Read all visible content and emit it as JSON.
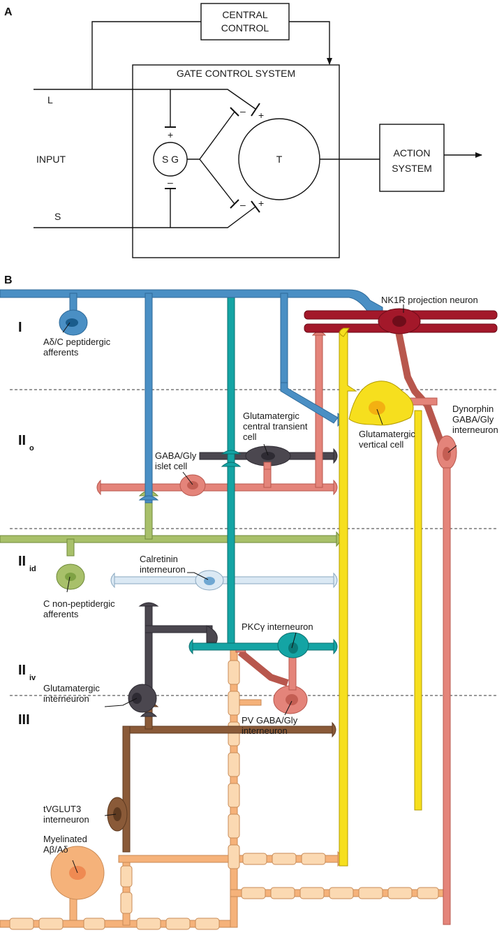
{
  "panel_a": {
    "label": "A",
    "central_control": [
      "CENTRAL",
      "CONTROL"
    ],
    "gate_control_system": "GATE CONTROL SYSTEM",
    "input_L": "L",
    "input_S": "S",
    "input": "INPUT",
    "sg": "S G",
    "t": "T",
    "action_system": [
      "ACTION",
      "SYSTEM"
    ],
    "plus": "+",
    "minus": "–"
  },
  "panel_b": {
    "label": "B",
    "laminae": {
      "I": "I",
      "II": "II",
      "sub_o": "o",
      "sub_id": "id",
      "sub_iv": "iv",
      "III": "III"
    },
    "labels": {
      "nk1r": "NK1R projection neuron",
      "peptidergic": [
        "Aδ/C peptidergic",
        "afferents"
      ],
      "glut_central": [
        "Glutamatergic",
        "central transient",
        "cell"
      ],
      "glut_vertical": [
        "Glutamatergic",
        "vertical cell"
      ],
      "dynorphin": [
        "Dynorphin",
        "GABA/Gly",
        "interneuron"
      ],
      "islet": [
        "GABA/Gly",
        "islet cell"
      ],
      "non_peptidergic": [
        "C non-peptidergic",
        "afferents"
      ],
      "calretinin": [
        "Calretinin",
        "interneuron"
      ],
      "pkc": "PKCγ interneuron",
      "glut_inter": [
        "Glutamatergic",
        "interneuron"
      ],
      "pv": [
        "PV GABA/Gly",
        "interneuron"
      ],
      "tvglut3": [
        "tVGLUT3",
        "interneuron"
      ],
      "myelinated": [
        "Myelinated",
        "Aβ/Aδ"
      ]
    }
  },
  "colors": {
    "peptidergic_blue": "#4a8fc4",
    "nk1r_red": "#a3182a",
    "vertical_yellow": "#f6df1e",
    "salmon": "#e4847a",
    "dark_gray": "#4b474f",
    "teal": "#14a4a4",
    "olive": "#a8c06a",
    "light_blue": "#dbe9f4",
    "brown": "#8a5a38",
    "orange_myelin": "#f5b27a"
  }
}
